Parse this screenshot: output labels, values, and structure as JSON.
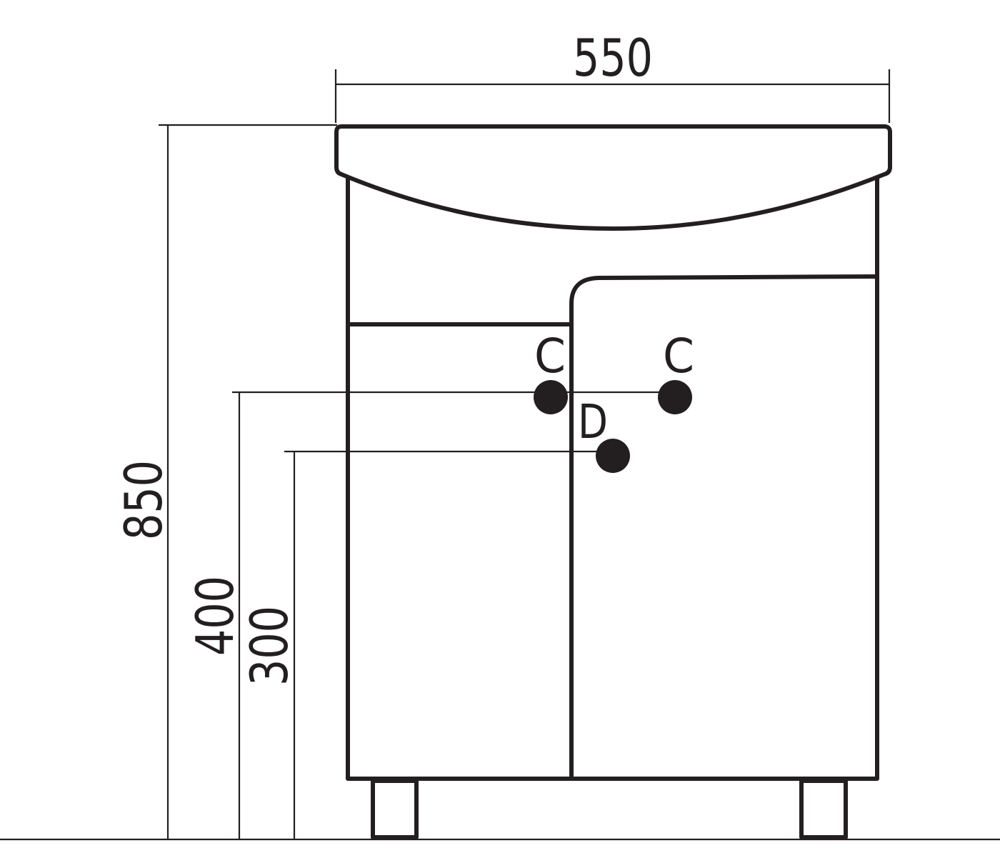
{
  "dimensions": {
    "width": "550",
    "height": "850",
    "cold_hot_height": "400",
    "drain_height": "300"
  },
  "markers": {
    "c_left": "C",
    "c_right": "C",
    "d": "D"
  },
  "colors": {
    "line": "#231f20",
    "background": "#ffffff"
  }
}
